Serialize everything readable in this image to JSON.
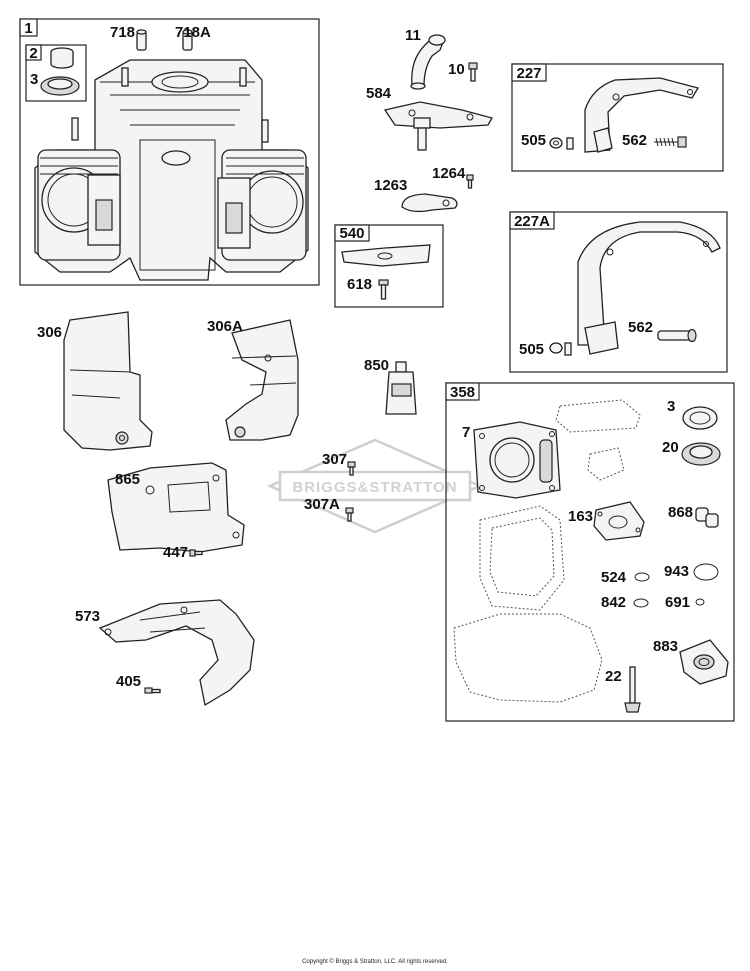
{
  "watermark": "BRIGGS&STRATTON",
  "copyright": "Copyright © Briggs & Stratton, LLC. All rights reserved.",
  "boxes": {
    "b1": "1",
    "b2": "2",
    "b227": "227",
    "b540": "540",
    "b227a": "227A",
    "b358": "358"
  },
  "labels": {
    "p3a": "3",
    "p718": "718",
    "p718a": "718A",
    "p11": "11",
    "p10": "10",
    "p584": "584",
    "p505a": "505",
    "p562a": "562",
    "p1264": "1264",
    "p1263": "1263",
    "p618": "618",
    "p505b": "505",
    "p562b": "562",
    "p306": "306",
    "p306a": "306A",
    "p850": "850",
    "p307": "307",
    "p307a": "307A",
    "p865": "865",
    "p447": "447",
    "p573": "573",
    "p405": "405",
    "p7": "7",
    "p3b": "3",
    "p20": "20",
    "p163": "163",
    "p868": "868",
    "p524": "524",
    "p943": "943",
    "p842": "842",
    "p691": "691",
    "p883": "883",
    "p22": "22"
  }
}
